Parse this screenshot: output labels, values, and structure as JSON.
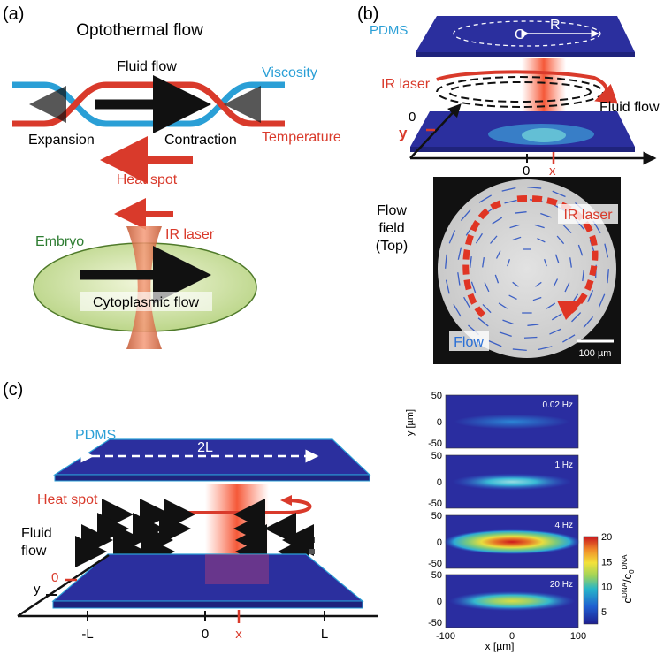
{
  "panels": {
    "a": {
      "label": "(a)",
      "title": "Optothermal flow",
      "fluid_flow": "Fluid flow",
      "viscosity": "Viscosity",
      "expansion": "Expansion",
      "contraction": "Contraction",
      "temperature": "Temperature",
      "heat_spot": "Heat spot",
      "embryo": "Embryo",
      "ir_laser": "IR laser",
      "cytoplasmic_flow": "Cytoplasmic flow"
    },
    "b": {
      "label": "(b)",
      "pdms": "PDMS",
      "origin": "O",
      "radius": "R",
      "ir_laser": "IR laser",
      "fluid_flow": "Fluid flow",
      "y_axis": "y",
      "zero_y": "0",
      "zero_x": "0",
      "x_axis": "x",
      "flow_field_line1": "Flow",
      "flow_field_line2": "field",
      "flow_field_line3": "(Top)",
      "ir_laser_inset": "IR laser",
      "flow_inset": "Flow",
      "scale_bar": "100 µm"
    },
    "c": {
      "label": "(c)",
      "pdms": "PDMS",
      "width_label": "2L",
      "heat_spot": "Heat spot",
      "fluid_flow_line1": "Fluid",
      "fluid_flow_line2": "flow",
      "zero_y": "0",
      "y_axis": "y",
      "ticks": [
        "-L",
        "0",
        "x",
        "L"
      ]
    }
  },
  "colors": {
    "red": "#d93a2b",
    "blue": "#2a9fd6",
    "pdms": "#2b2f9e",
    "green": "#2e7d32"
  },
  "chart_data": {
    "type": "heatmap",
    "panels": [
      {
        "frequency": "0.02 Hz",
        "peak": 4.5
      },
      {
        "frequency": "1 Hz",
        "peak": 8
      },
      {
        "frequency": "4 Hz",
        "peak": 19
      },
      {
        "frequency": "20 Hz",
        "peak": 12
      }
    ],
    "x_ticks": [
      "-100",
      "0",
      "100"
    ],
    "y_ticks": [
      "50",
      "0",
      "-50"
    ],
    "xlabel": "x [µm]",
    "ylabel": "y [µm]",
    "xlim": [
      -100,
      100
    ],
    "ylim": [
      -50,
      50
    ],
    "colorbar": {
      "ticks": [
        "20",
        "15",
        "10",
        "5"
      ],
      "range": [
        2.5,
        20
      ],
      "label_base": "c",
      "label_sup": "DNA",
      "label_mid": "/c",
      "label_sub": "0",
      "label_sup2": "DNA"
    }
  }
}
